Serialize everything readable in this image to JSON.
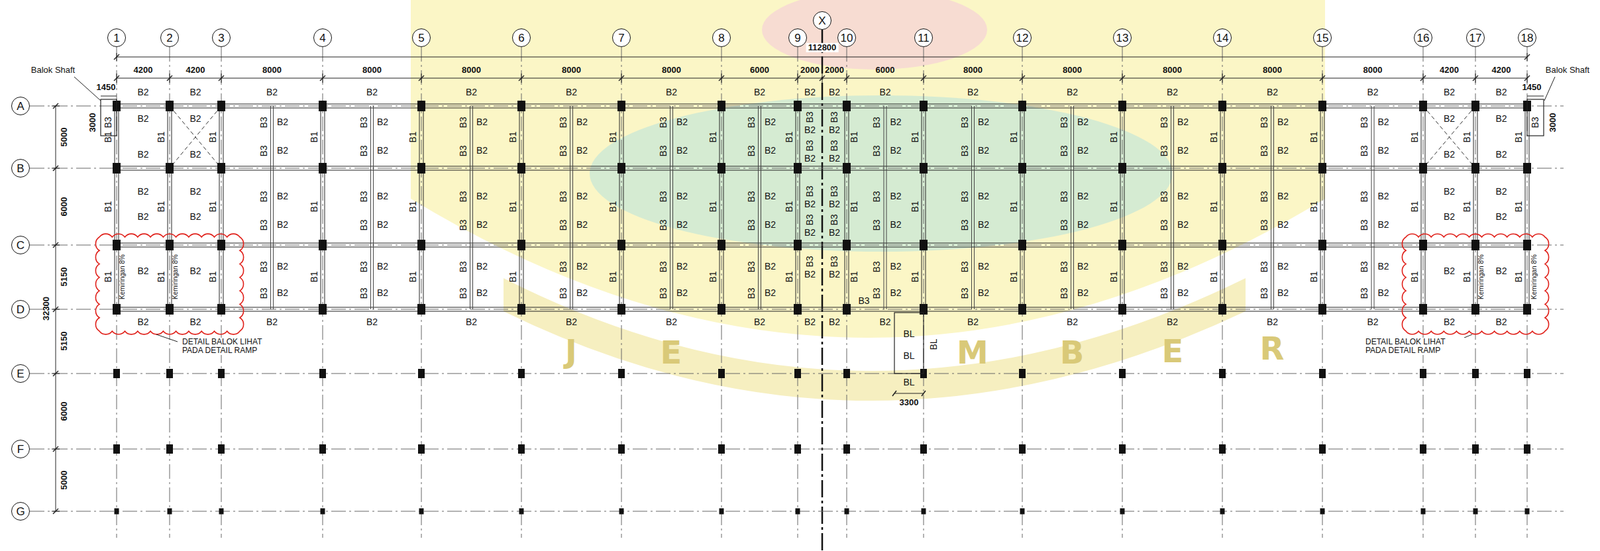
{
  "diagram": {
    "nodes": [
      {
        "text": [
          "1"
        ]
      },
      {
        "text": [
          "2"
        ]
      },
      {
        "text": [
          "3"
        ]
      },
      {
        "text": [
          "4"
        ]
      },
      {
        "text": [
          "5"
        ]
      },
      {
        "text": [
          "6"
        ]
      },
      {
        "text": [
          "7"
        ]
      },
      {
        "text": [
          "8"
        ]
      },
      {
        "text": [
          "9"
        ]
      },
      {
        "text": [
          "X"
        ]
      },
      {
        "text": [
          "10"
        ]
      },
      {
        "text": [
          "11"
        ]
      },
      {
        "text": [
          "12"
        ]
      },
      {
        "text": [
          "13"
        ]
      },
      {
        "text": [
          "14"
        ]
      },
      {
        "text": [
          "15"
        ]
      },
      {
        "text": [
          "16"
        ]
      },
      {
        "text": [
          "17"
        ]
      },
      {
        "text": [
          "18"
        ]
      },
      {
        "text": [
          "A"
        ]
      },
      {
        "text": [
          "B"
        ]
      },
      {
        "text": [
          "C"
        ]
      },
      {
        "text": [
          "D"
        ]
      },
      {
        "text": [
          "E"
        ]
      },
      {
        "text": [
          "F"
        ]
      },
      {
        "text": [
          "G"
        ]
      }
    ],
    "labels": [
      "112800",
      "4200",
      "4200",
      "8000",
      "8000",
      "8000",
      "8000",
      "8000",
      "6000",
      "2000",
      "2000",
      "6000",
      "8000",
      "8000",
      "8000",
      "8000",
      "8000",
      "4200",
      "4200",
      "Balok Shaft",
      "1450",
      "3000",
      "B3",
      "Balok Shaft",
      "1450",
      "3000",
      "B3",
      "5000",
      "6000",
      "5150",
      "32300",
      "5150",
      "6000",
      "5000",
      "DETAIL BALOK LIHAT PADA DETAIL RAMP",
      "DETAIL BALOK LIHAT PADA DETAIL RAMP",
      "Kemiringan 8%",
      "Kemiringan 8%",
      "Kemiringan 8%",
      "Kemiringan 8%",
      "B3",
      "BL",
      "BL",
      "BL",
      "BL",
      "3300",
      "J",
      "E",
      "M",
      "B",
      "E",
      "R",
      "B2",
      "B2",
      "B2",
      "B2",
      "B2",
      "B2",
      "B2",
      "B2",
      "B2",
      "B2",
      "B2",
      "B2",
      "B2",
      "B2",
      "B2",
      "B2",
      "B2",
      "B2",
      "B2",
      "B2",
      "B2",
      "B2",
      "B2",
      "B2",
      "B2",
      "B2",
      "B2",
      "B2",
      "B2",
      "B2",
      "B2",
      "B2",
      "B2",
      "B2",
      "B2",
      "B2",
      "B3",
      "B2",
      "B3",
      "B2",
      "B3",
      "B2",
      "B3",
      "B2",
      "B3",
      "B2",
      "B3",
      "B2",
      "B3",
      "B2",
      "B3",
      "B2",
      "B3",
      "B2",
      "B3",
      "B2",
      "B3",
      "B2",
      "B3",
      "B2",
      "B3",
      "B2",
      "B3",
      "B2",
      "B3",
      "B2",
      "B3",
      "B2",
      "B3",
      "B2",
      "B3",
      "B2",
      "B3",
      "B2",
      "B3",
      "B2",
      "B3",
      "B2",
      "B3",
      "B2",
      "B3",
      "B2",
      "B3",
      "B2",
      "B3",
      "B2",
      "B3",
      "B2",
      "B3",
      "B2",
      "B3",
      "B2",
      "B3",
      "B2",
      "B3",
      "B2",
      "B3",
      "B2",
      "B3",
      "B2",
      "B3",
      "B2",
      "B3",
      "B2",
      "B3",
      "B2",
      "B3",
      "B2",
      "B3",
      "B2",
      "B3",
      "B2",
      "B3",
      "B2",
      "B3",
      "B2",
      "B3",
      "B2",
      "B3",
      "B2",
      "B3",
      "B2",
      "B3",
      "B2",
      "B3",
      "B2",
      "B3",
      "B2",
      "B3",
      "B2",
      "B3",
      "B2",
      "B3",
      "B2",
      "B3",
      "B2",
      "B3",
      "B2",
      "B3",
      "B2",
      "B3",
      "B2",
      "B3",
      "B2",
      "B3",
      "B2",
      "B3",
      "B2",
      "B3",
      "B2",
      "B3",
      "B2",
      "B3",
      "B2",
      "B3",
      "B2",
      "B3",
      "B2",
      "B3",
      "B2",
      "B3",
      "B2",
      "B3",
      "B2",
      "B3",
      "B2",
      "B3",
      "B2",
      "B3",
      "B2",
      "B3",
      "B2",
      "B3",
      "B2",
      "B3",
      "B2",
      "B3",
      "B2",
      "B3",
      "B2",
      "B2",
      "B2",
      "B2",
      "B2",
      "B2",
      "B2",
      "B2",
      "B2",
      "B2",
      "B2",
      "B2",
      "B2",
      "B2",
      "B2",
      "B2",
      "B2",
      "B2",
      "B2",
      "B2",
      "B2",
      "B3",
      "B2",
      "B3",
      "B2",
      "B3",
      "B2",
      "B3",
      "B2",
      "B3",
      "B2",
      "B3",
      "B2",
      "B3",
      "B2",
      "B3",
      "B2",
      "B3",
      "B2",
      "B3",
      "B2",
      "B1",
      "B1",
      "B1",
      "B1",
      "B1",
      "B1",
      "B1",
      "B1",
      "B1",
      "B1",
      "B1",
      "B1",
      "B1",
      "B1",
      "B1",
      "B1",
      "B1",
      "B1",
      "B1",
      "B1",
      "B1",
      "B1",
      "B1",
      "B1",
      "B1",
      "B1",
      "B1",
      "B1",
      "B1",
      "B1",
      "B1",
      "B1",
      "B1",
      "B1",
      "B1",
      "B1",
      "B1",
      "B1",
      "B1",
      "B1",
      "B1",
      "B1",
      "B1",
      "B1",
      "B1",
      "B1",
      "B1",
      "B1",
      "B1",
      "B1",
      "B1",
      "B1",
      "B1",
      "B1"
    ]
  }
}
